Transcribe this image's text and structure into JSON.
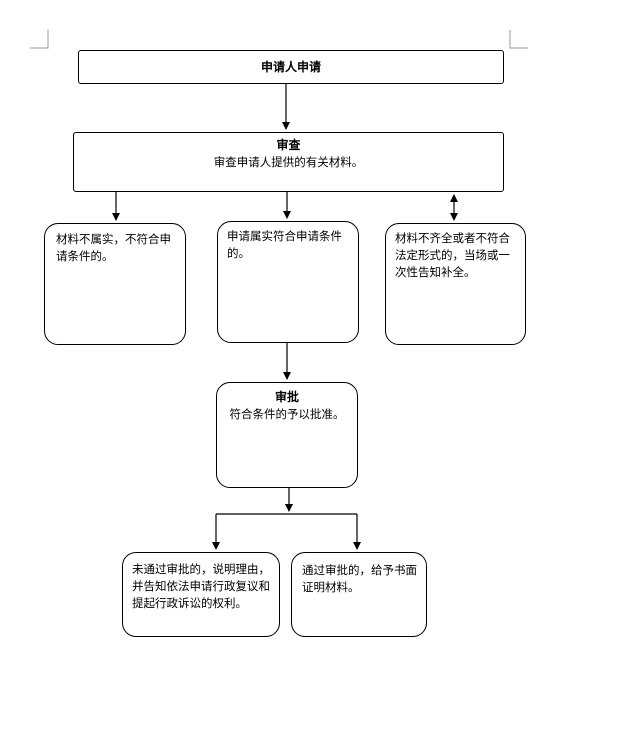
{
  "apply": {
    "title": "申请人申请"
  },
  "review": {
    "title": "审查",
    "text": "审查申请人提供的有关材料。"
  },
  "reject": {
    "text": "材料不属实，不符合申请条件的。"
  },
  "accept": {
    "text": "申请属实符合申请条件的。"
  },
  "supplement": {
    "text": "材料不齐全或者不符合法定形式的，当场或一次性告知补全。"
  },
  "approve": {
    "title": "审批",
    "text": "符合条件的予以批准。"
  },
  "fail": {
    "text": "未通过审批的，说明理由，并告知依法申请行政复议和提起行政诉讼的权利。"
  },
  "pass": {
    "text": "通过审批的，给予书面证明材料。"
  }
}
